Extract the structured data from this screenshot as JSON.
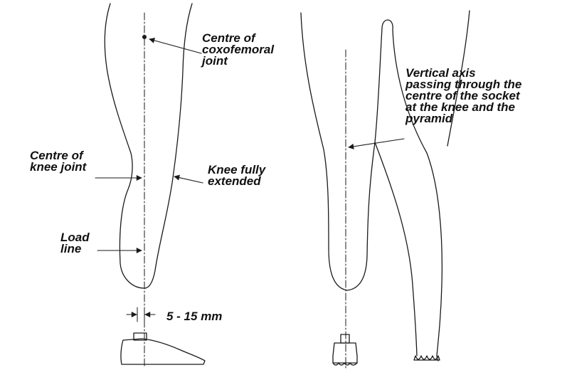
{
  "labels": {
    "centre_hip": [
      "Centre of",
      "coxofemoral",
      "joint"
    ],
    "centre_knee": [
      "Centre of",
      "knee joint"
    ],
    "knee_extended": [
      "Knee fully",
      "extended"
    ],
    "load_line": [
      "Load",
      "line"
    ],
    "offset": "5 - 15 mm",
    "vertical_axis": [
      "Vertical axis",
      "passing through the",
      "centre of the socket",
      "at the knee and the",
      "pyramid"
    ]
  },
  "colors": {
    "line": "#1a1a1a",
    "text": "#111111",
    "background": "#ffffff"
  }
}
